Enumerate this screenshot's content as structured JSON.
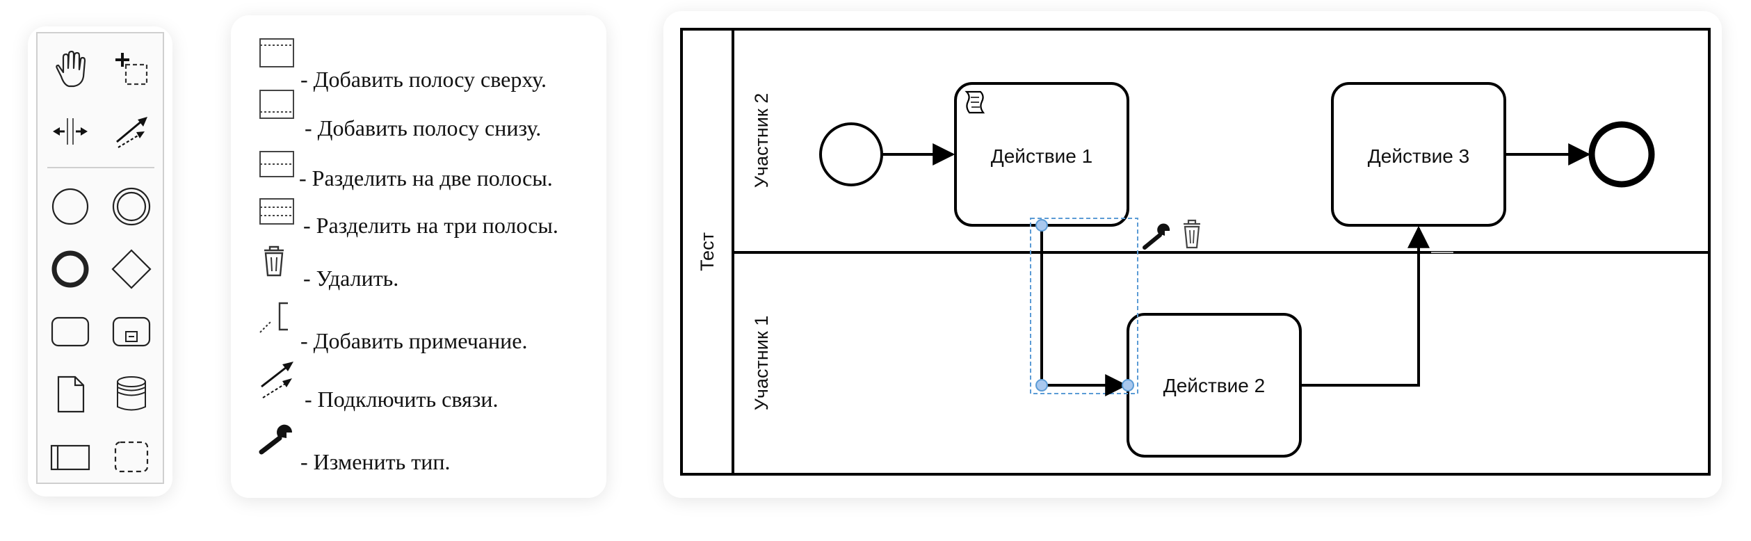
{
  "palette": {
    "tools": [
      {
        "icon": "hand-tool-icon"
      },
      {
        "icon": "lasso-tool-icon"
      },
      {
        "icon": "space-tool-icon"
      },
      {
        "icon": "connect-tool-icon"
      },
      {
        "icon": "start-event-icon"
      },
      {
        "icon": "intermediate-event-icon"
      },
      {
        "icon": "end-event-icon"
      },
      {
        "icon": "gateway-icon"
      },
      {
        "icon": "task-icon"
      },
      {
        "icon": "subprocess-icon"
      },
      {
        "icon": "data-object-icon"
      },
      {
        "icon": "data-store-icon"
      },
      {
        "icon": "pool-icon"
      },
      {
        "icon": "group-icon"
      }
    ]
  },
  "legend": {
    "items": [
      {
        "icon": "add-lane-above-icon",
        "text": "- Добавить полосу сверху."
      },
      {
        "icon": "add-lane-below-icon",
        "text": "- Добавить полосу снизу."
      },
      {
        "icon": "split-two-lanes-icon",
        "text": "- Разделить на две полосы."
      },
      {
        "icon": "split-three-lanes-icon",
        "text": "- Разделить на три полосы."
      },
      {
        "icon": "trash-icon",
        "text": "- Удалить."
      },
      {
        "icon": "text-annotation-icon",
        "text": "- Добавить примечание."
      },
      {
        "icon": "connect-icon",
        "text": "- Подключить связи."
      },
      {
        "icon": "wrench-icon",
        "text": "- Изменить тип."
      }
    ]
  },
  "diagram": {
    "pool_label": "Тест",
    "lanes": [
      {
        "label": "Участник 2"
      },
      {
        "label": "Участник 1"
      }
    ],
    "tasks": {
      "task1": "Действие 1",
      "task2": "Действие 2",
      "task3": "Действие 3"
    },
    "context_pad": [
      "wrench-icon",
      "trash-icon"
    ]
  }
}
